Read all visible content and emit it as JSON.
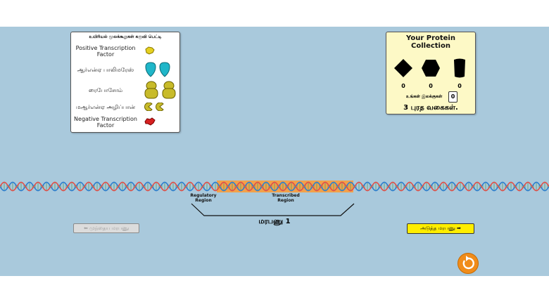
{
  "toolbox": {
    "title": "உயிரியல் மூலக்கூறுகள் கருவி பெட்டி",
    "items": [
      {
        "label": "Positive Transcription Factor",
        "icon": "positive-transcription-factor-icon"
      },
      {
        "label": "ஆர்என்ஏ பாலிமரேஸ்",
        "icon": "rna-polymerase-icon"
      },
      {
        "label": "ரைபோசோம்",
        "icon": "ribosome-icon"
      },
      {
        "label": "மஆர்என்ஏ அழிப்பான்",
        "icon": "mrna-destroyer-icon"
      },
      {
        "label": "Negative Transcription Factor",
        "icon": "negative-transcription-factor-icon"
      }
    ]
  },
  "protein_collection": {
    "title": "Your Protein Collection",
    "counts": [
      "0",
      "0",
      "0"
    ],
    "target_label": "உங்கள் இலக்குகள்",
    "target_value": "0",
    "types_text": "3 புரத வகைகள்."
  },
  "gene": {
    "regulatory_label": "Regulatory Region",
    "transcribed_label": "Transcribed Region",
    "name": "மரபணு 1"
  },
  "nav": {
    "prev_label": "⬅ முந்தைய மரபணு",
    "next_label": "அடுத்த மரபணு ➡"
  },
  "colors": {
    "background": "#a9c9dc",
    "dna_strand_blue": "#2f7fd0",
    "dna_strand_red": "#e0504a",
    "transcribed_highlight": "#f2a14a",
    "next_button": "#ffee00",
    "reset_button": "#f08c1a"
  }
}
